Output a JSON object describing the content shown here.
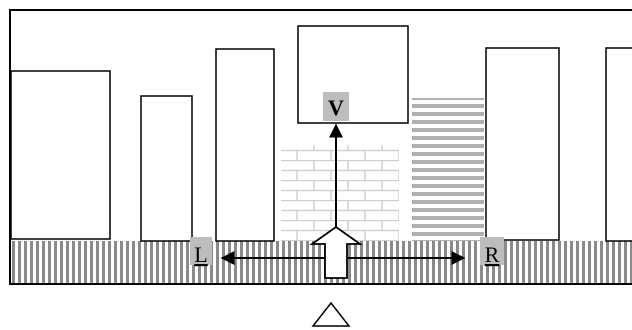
{
  "labels": {
    "vertical": "V",
    "left": "L",
    "right": "R"
  },
  "colors": {
    "outline": "#000000",
    "background": "#ffffff",
    "label_highlight": "#bdbdbd",
    "brick_texture": "#d0d0d0",
    "stripe_texture": "#b0b0b0",
    "ground_stripes": "#8a8a8a"
  },
  "icons": {
    "bottom_marker": "triangle-outline-icon",
    "position_marker": "up-arrow-outline-icon"
  }
}
